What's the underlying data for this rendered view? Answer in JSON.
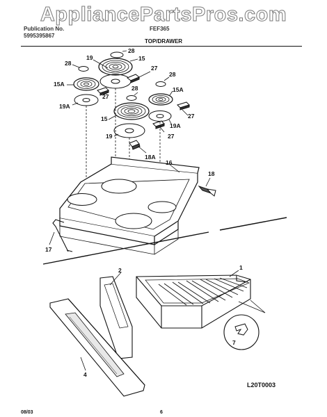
{
  "header": {
    "publication_label": "Publication No.",
    "publication_no": "5995395867",
    "model": "FEF365",
    "section_title": "TOP/DRAWER"
  },
  "watermark": "AppliancePartsPros.com",
  "footer": {
    "date": "08/03",
    "page": "6",
    "drawing_code": "L20T0003"
  },
  "callouts": {
    "c28a": "28",
    "c15a": "15",
    "c19a": "19",
    "c27a": "27",
    "c28b": "28",
    "c15A_left": "15A",
    "c27b": "27",
    "c28c": "28",
    "c28d": "28",
    "c15A_right": "15A",
    "c19A_left": "19A",
    "c15b": "15",
    "c27c": "27",
    "c19b": "19",
    "c19A_right": "19A",
    "c27d": "27",
    "c18A": "18A",
    "c16": "16",
    "c18": "18",
    "c17": "17",
    "c1": "1",
    "c2": "2",
    "c4": "4",
    "c7": "7"
  }
}
